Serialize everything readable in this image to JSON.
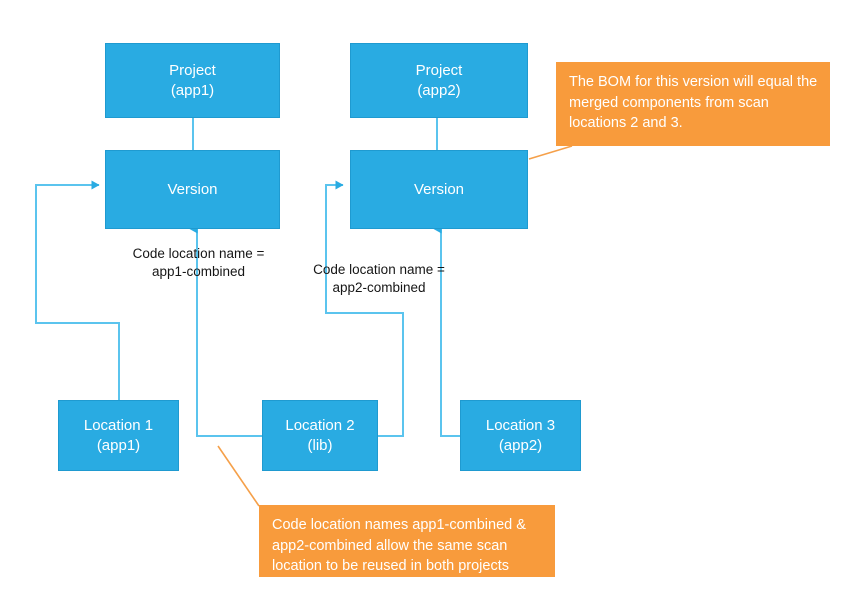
{
  "diagram": {
    "title": "Code location / scan location reuse across projects",
    "colors": {
      "node_fill": "#29ABE2",
      "node_stroke": "#1F9AD0",
      "connector": "#5BC4EE",
      "callout_fill": "#F89B3C",
      "callout_text": "#FFFFFF",
      "leader_line": "#F5A04A",
      "label_text": "#161616",
      "background": "#FFFFFF"
    },
    "nodes": [
      {
        "id": "project-app1",
        "line1": "Project",
        "line2": "(app1)"
      },
      {
        "id": "version-app1",
        "line1": "Version",
        "line2": ""
      },
      {
        "id": "project-app2",
        "line1": "Project",
        "line2": "(app2)"
      },
      {
        "id": "version-app2",
        "line1": "Version",
        "line2": ""
      },
      {
        "id": "location-1",
        "line1": "Location 1",
        "line2": "(app1)"
      },
      {
        "id": "location-2",
        "line1": "Location 2",
        "line2": "(lib)"
      },
      {
        "id": "location-3",
        "line1": "Location 3",
        "line2": "(app2)"
      }
    ],
    "edge_labels": [
      {
        "id": "label-app1-combined",
        "text": "Code location name =\napp1-combined"
      },
      {
        "id": "label-app2-combined",
        "text": "Code location name =\napp2-combined"
      }
    ],
    "callouts": [
      {
        "id": "callout-bom",
        "text": "The BOM for this version will equal the merged components from scan locations 2 and 3."
      },
      {
        "id": "callout-reuse",
        "text": "Code location names app1-combined & app2-combined allow the same scan location to be reused in both projects"
      }
    ]
  }
}
